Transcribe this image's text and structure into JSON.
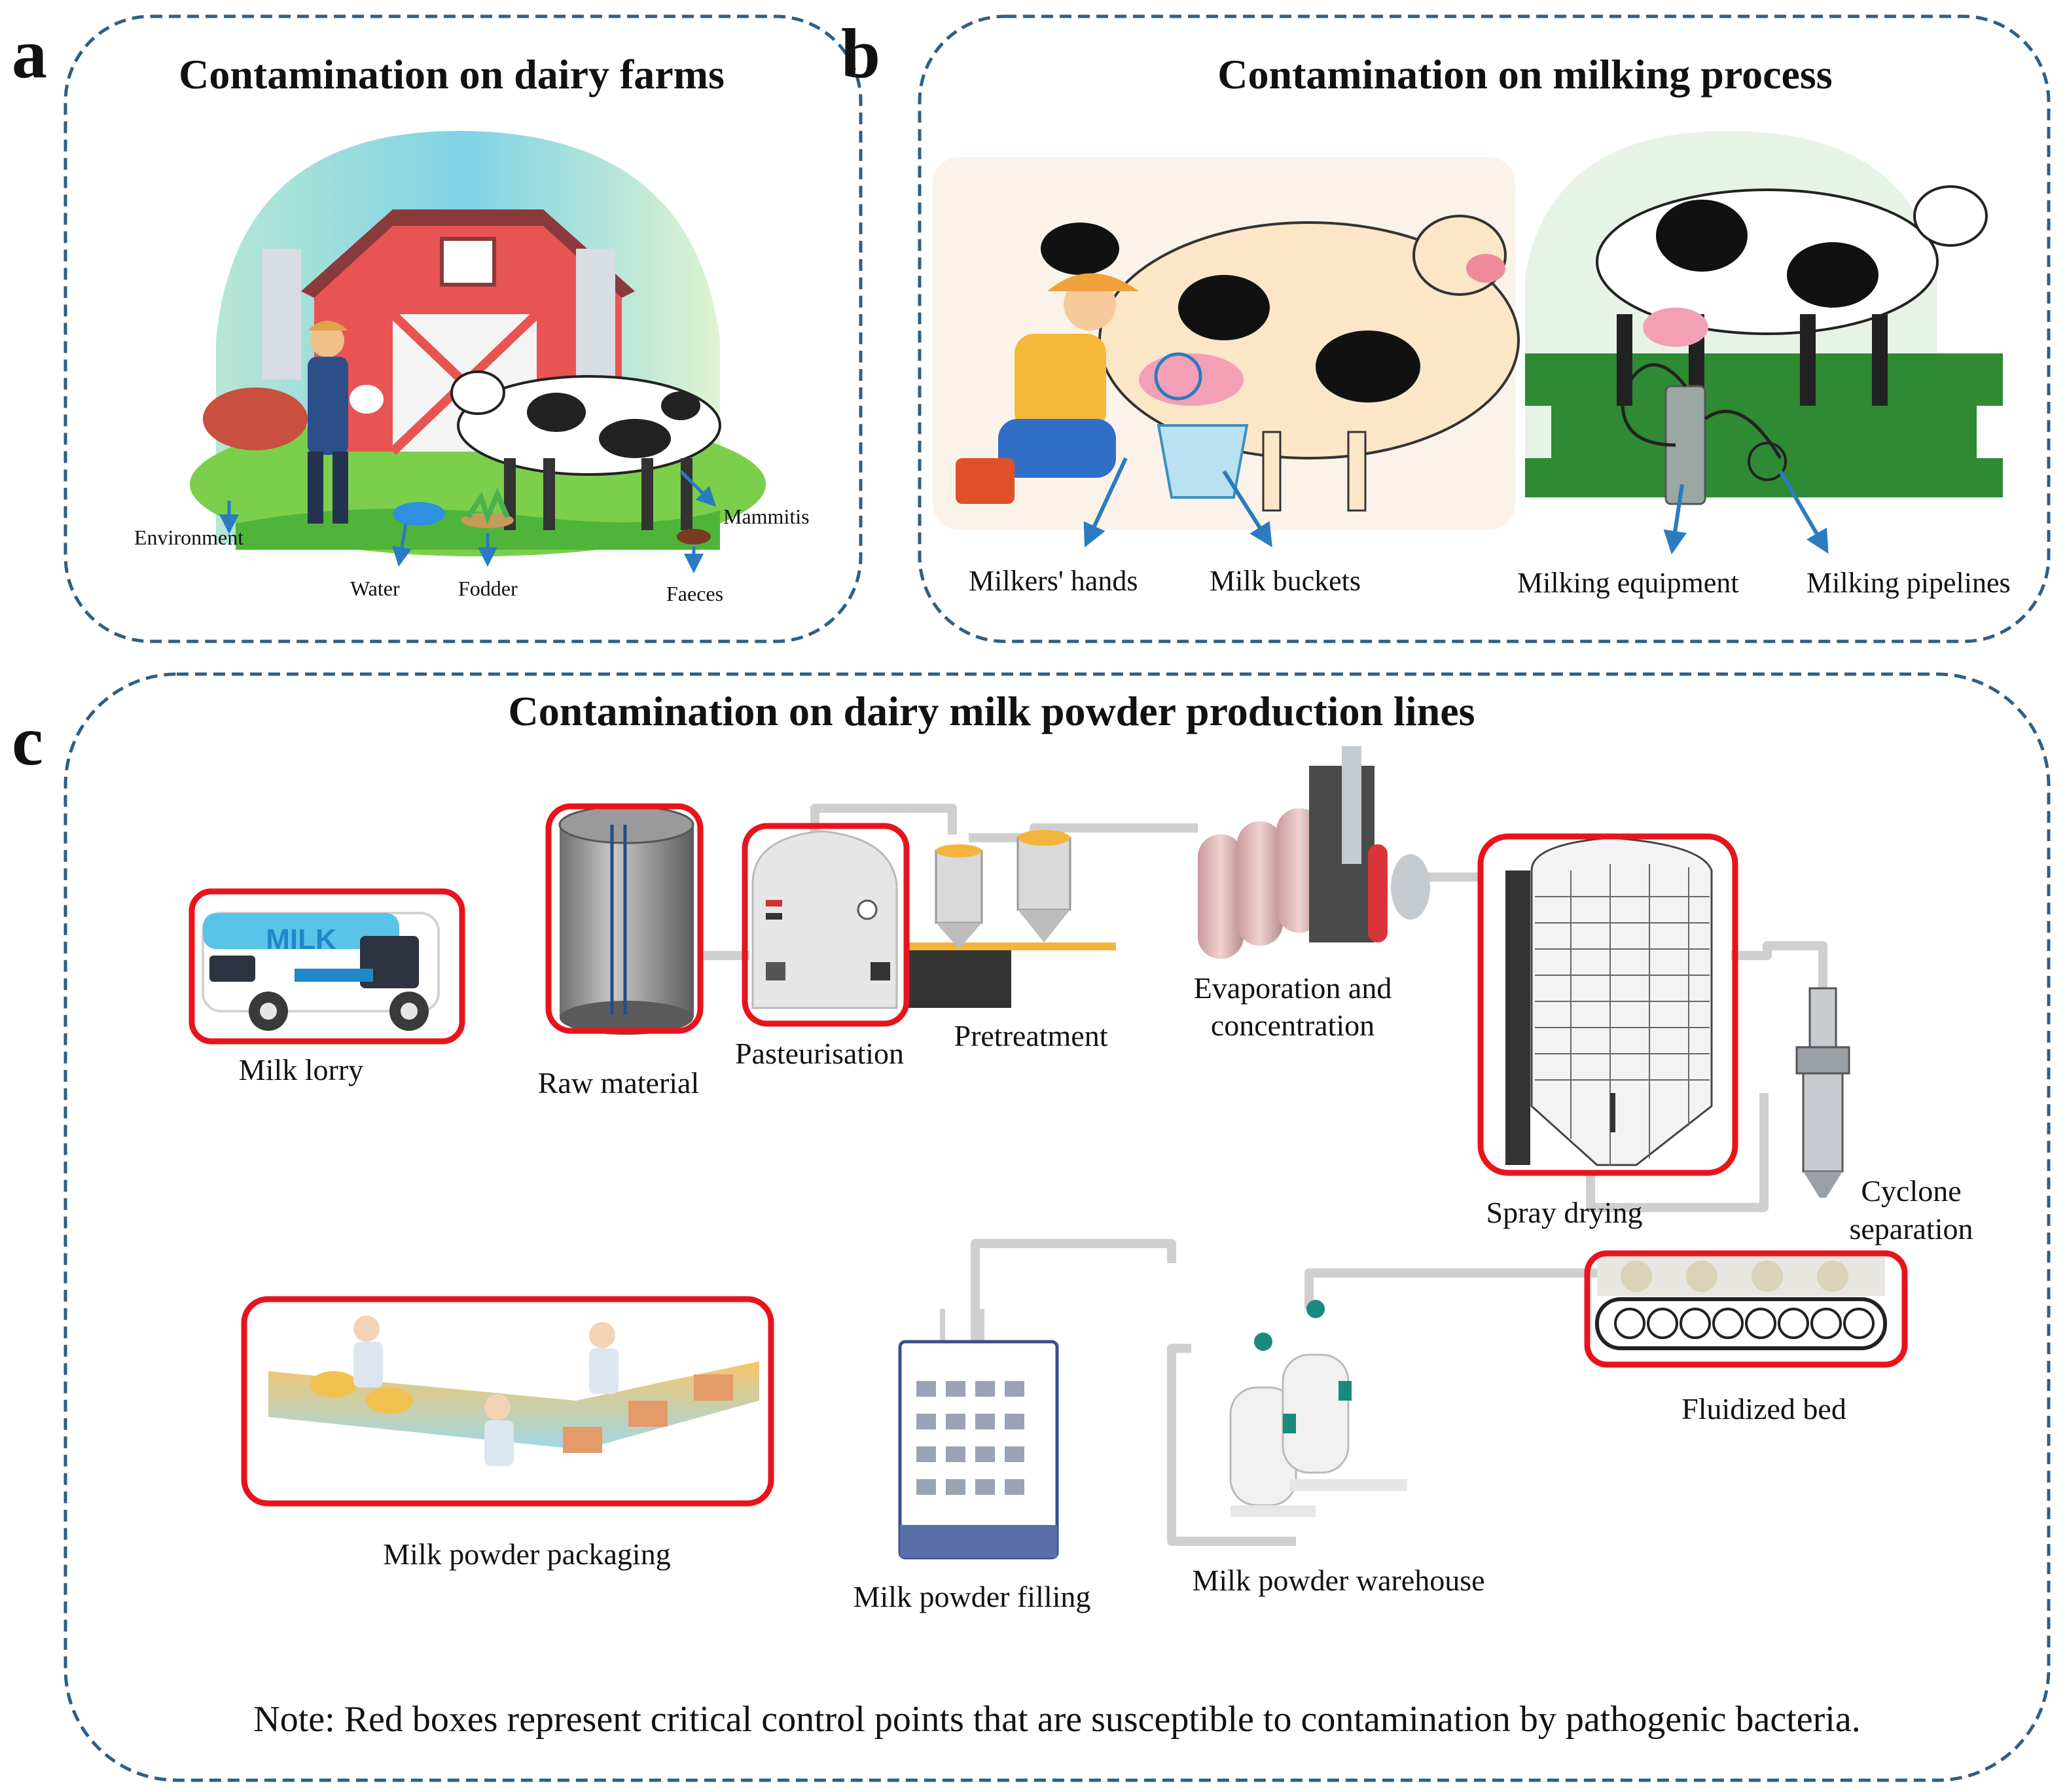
{
  "panels": {
    "a": {
      "letter": "a",
      "title": "Contamination on dairy farms",
      "labels": {
        "environment": "Environment",
        "water": "Water",
        "fodder": "Fodder",
        "faeces": "Faeces",
        "mammitis": "Mammitis"
      }
    },
    "b": {
      "letter": "b",
      "title": "Contamination on milking process",
      "labels": {
        "milkers_hands": "Milkers' hands",
        "milk_buckets": "Milk buckets",
        "milking_equipment": "Milking equipment",
        "milking_pipelines": "Milking pipelines"
      }
    },
    "c": {
      "letter": "c",
      "title": "Contamination on dairy  milk powder production lines",
      "truck_text": "MILK",
      "steps": {
        "milk_lorry": "Milk lorry",
        "raw_material": "Raw material",
        "pasteurisation": "Pasteurisation",
        "pretreatment": "Pretreatment",
        "evaporation_1": "Evaporation and",
        "evaporation_2": "concentration",
        "spray_drying": "Spray drying",
        "cyclone_1": "Cyclone",
        "cyclone_2": "separation",
        "fluidized_bed": "Fluidized bed",
        "warehouse": "Milk powder warehouse",
        "filling": "Milk powder filling",
        "packaging": "Milk powder packaging"
      },
      "note": "Note: Red boxes represent critical control points that are susceptible to contamination by pathogenic bacteria."
    }
  },
  "colors": {
    "dashed_border": "#2e5f86",
    "critical_box": "#e8141c",
    "arrow": "#2a7bc0"
  }
}
